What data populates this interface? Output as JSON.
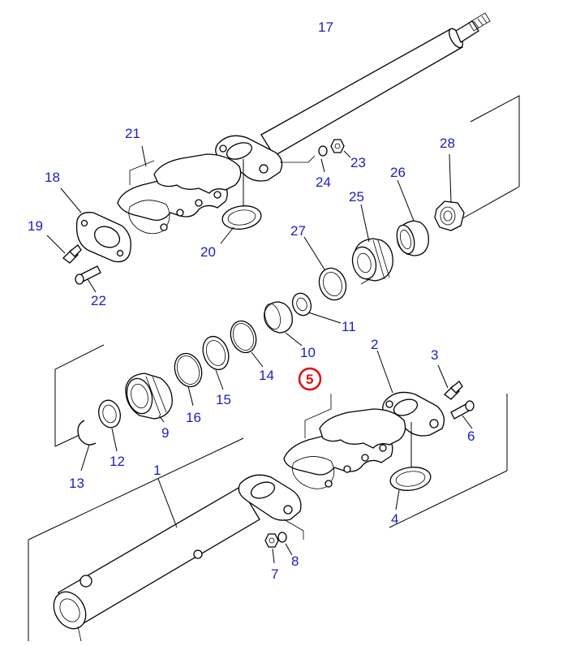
{
  "labels": [
    {
      "id": "1",
      "text": "1"
    },
    {
      "id": "2",
      "text": "2"
    },
    {
      "id": "3",
      "text": "3"
    },
    {
      "id": "4",
      "text": "4"
    },
    {
      "id": "5",
      "text": "5",
      "highlighted": true
    },
    {
      "id": "6",
      "text": "6"
    },
    {
      "id": "7",
      "text": "7"
    },
    {
      "id": "8",
      "text": "8"
    },
    {
      "id": "9",
      "text": "9"
    },
    {
      "id": "10",
      "text": "10"
    },
    {
      "id": "11",
      "text": "11"
    },
    {
      "id": "12",
      "text": "12"
    },
    {
      "id": "13",
      "text": "13"
    },
    {
      "id": "14",
      "text": "14"
    },
    {
      "id": "15",
      "text": "15"
    },
    {
      "id": "16",
      "text": "16"
    },
    {
      "id": "17",
      "text": "17"
    },
    {
      "id": "18",
      "text": "18"
    },
    {
      "id": "19",
      "text": "19"
    },
    {
      "id": "20",
      "text": "20"
    },
    {
      "id": "21",
      "text": "21"
    },
    {
      "id": "22",
      "text": "22"
    },
    {
      "id": "23",
      "text": "23"
    },
    {
      "id": "24",
      "text": "24"
    },
    {
      "id": "25",
      "text": "25"
    },
    {
      "id": "26",
      "text": "26"
    },
    {
      "id": "27",
      "text": "27"
    },
    {
      "id": "28",
      "text": "28"
    }
  ],
  "colors": {
    "label": "#1c1cc4",
    "highlight": "#e01010",
    "line": "#000000",
    "background": "#ffffff"
  }
}
